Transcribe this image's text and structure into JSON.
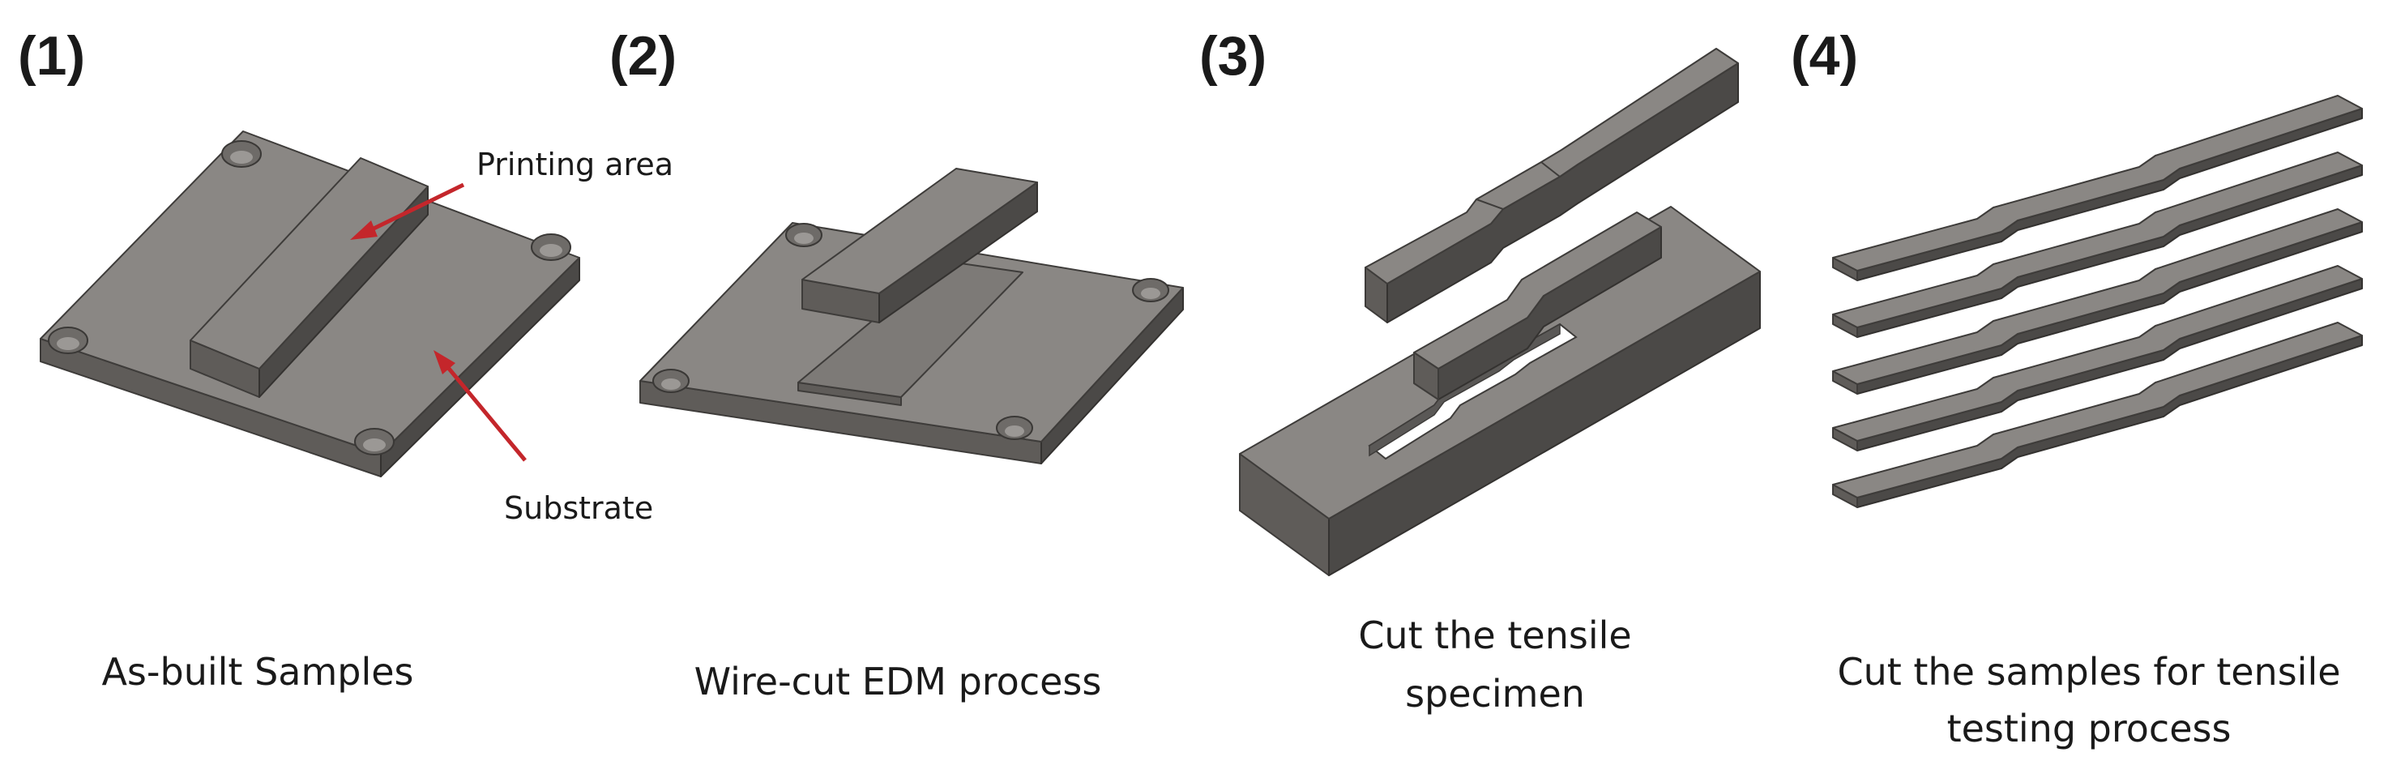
{
  "panels": [
    {
      "number": "(1)",
      "caption_lines": [
        "As-built Samples"
      ]
    },
    {
      "number": "(2)",
      "caption_lines": [
        "Wire-cut EDM process"
      ]
    },
    {
      "number": "(3)",
      "caption_lines": [
        "Cut the tensile",
        "specimen"
      ]
    },
    {
      "number": "(4)",
      "caption_lines": [
        "Cut the samples for tensile",
        "testing process"
      ]
    }
  ],
  "annotations": {
    "printing_area": "Printing area",
    "substrate": "Substrate"
  },
  "colors": {
    "part_top": "#8a8784",
    "part_side": "#5f5c59",
    "arrow": "#c4262b"
  }
}
